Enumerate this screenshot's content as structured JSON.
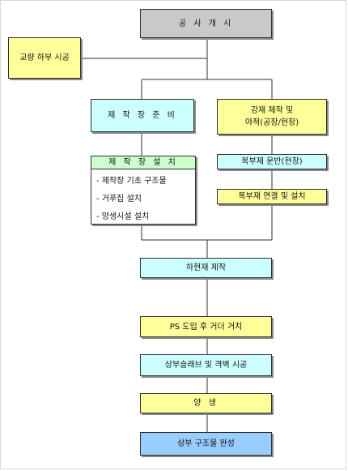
{
  "nodes": {
    "start": "공 사 개 시",
    "bridge_substructure": "교량 하부 시공",
    "yard_preparation": "제 작 장 준 비",
    "steel_fabrication": "강재 제작 및\n야적(공장/현장)",
    "yard_installation": "제 작 장 설 치",
    "yard_tasks": [
      "- 제작장 기초 구조물",
      "- 거푸집 설치",
      "- 양생시설 설치"
    ],
    "member_transport": "복부재 운반(현장)",
    "member_connection": "복부재 연결 및 설치",
    "lower_chord": "하현재 제작",
    "ps_girder": "PS 도입 후 거더 거치",
    "deck_slab": "상부슬래브 및 격벽 시공",
    "curing": "양 생",
    "complete": "상부 구조물 완성"
  },
  "colors": {
    "start": "#c9c9c9",
    "yellow": "#ffff99",
    "cyan": "#ccffff",
    "green": "#ccffcc",
    "blue": "#99ccff",
    "line": "#2f2f2f"
  }
}
